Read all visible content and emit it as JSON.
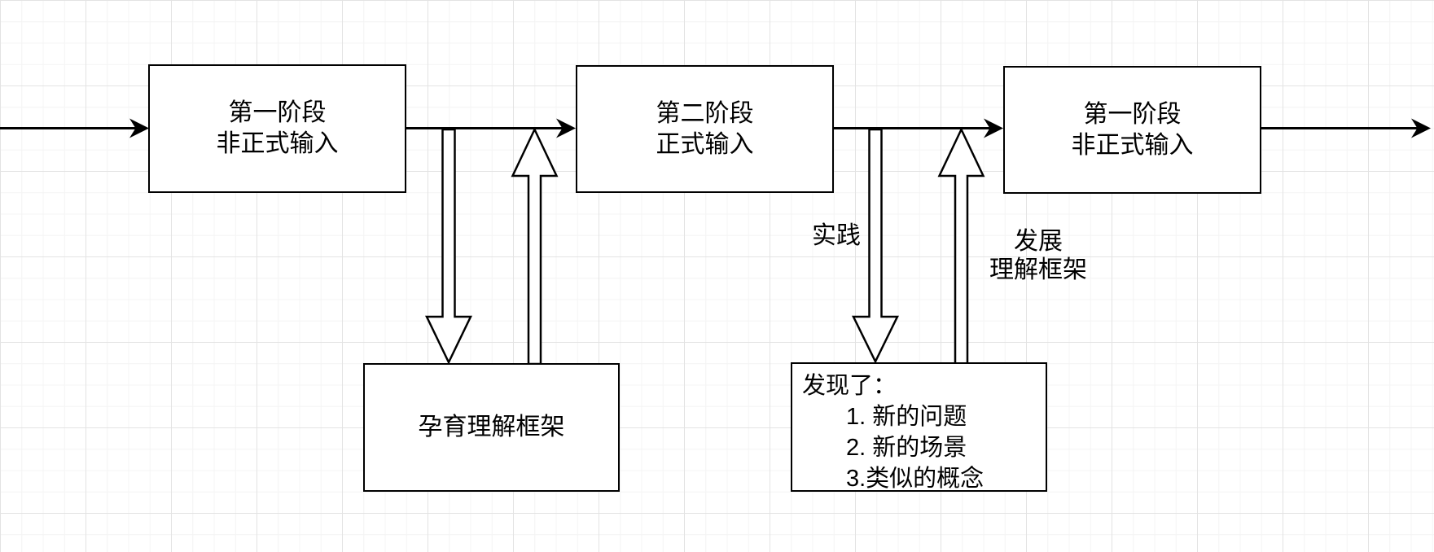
{
  "canvas": {
    "background": "#ffffff",
    "grid_minor_color": "#f4f4f4",
    "grid_major_color": "#e3e3e3",
    "stroke_color": "#000000",
    "node_fill": "#ffffff"
  },
  "nodes": [
    {
      "id": "stage1",
      "lines": [
        "第一阶段",
        "非正式输入"
      ]
    },
    {
      "id": "stage2",
      "lines": [
        "第二阶段",
        "正式输入"
      ]
    },
    {
      "id": "stage3",
      "lines": [
        "第一阶段",
        "非正式输入"
      ]
    },
    {
      "id": "incubate",
      "lines": [
        "孕育理解框架"
      ]
    },
    {
      "id": "findings",
      "lines": [
        "发现了：",
        "1. 新的问题",
        "2. 新的场景",
        "3.类似的概念"
      ]
    }
  ],
  "edge_labels": [
    {
      "id": "practice",
      "lines": [
        "实践"
      ]
    },
    {
      "id": "develop",
      "lines": [
        "发展",
        "理解框架"
      ]
    }
  ],
  "connectors": [
    {
      "id": "flow-in",
      "style": "thin-arrow",
      "from": "left-edge",
      "to": "stage1"
    },
    {
      "id": "flow-stage1-stage2",
      "style": "thin-arrow",
      "from": "stage1",
      "to": "stage2"
    },
    {
      "id": "flow-stage2-stage3",
      "style": "thin-arrow",
      "from": "stage2",
      "to": "stage3"
    },
    {
      "id": "flow-out",
      "style": "thin-arrow",
      "from": "stage3",
      "to": "right-edge"
    },
    {
      "id": "down-stage1-incubate",
      "style": "hollow-arrow",
      "from": "stage1",
      "to": "incubate"
    },
    {
      "id": "up-incubate-stage2",
      "style": "hollow-arrow",
      "from": "incubate",
      "to": "stage2"
    },
    {
      "id": "down-stage2-findings",
      "style": "hollow-arrow",
      "from": "stage2",
      "to": "findings",
      "label": "实践"
    },
    {
      "id": "up-findings-stage3",
      "style": "hollow-arrow",
      "from": "findings",
      "to": "stage3",
      "label": "发展 理解框架"
    }
  ]
}
